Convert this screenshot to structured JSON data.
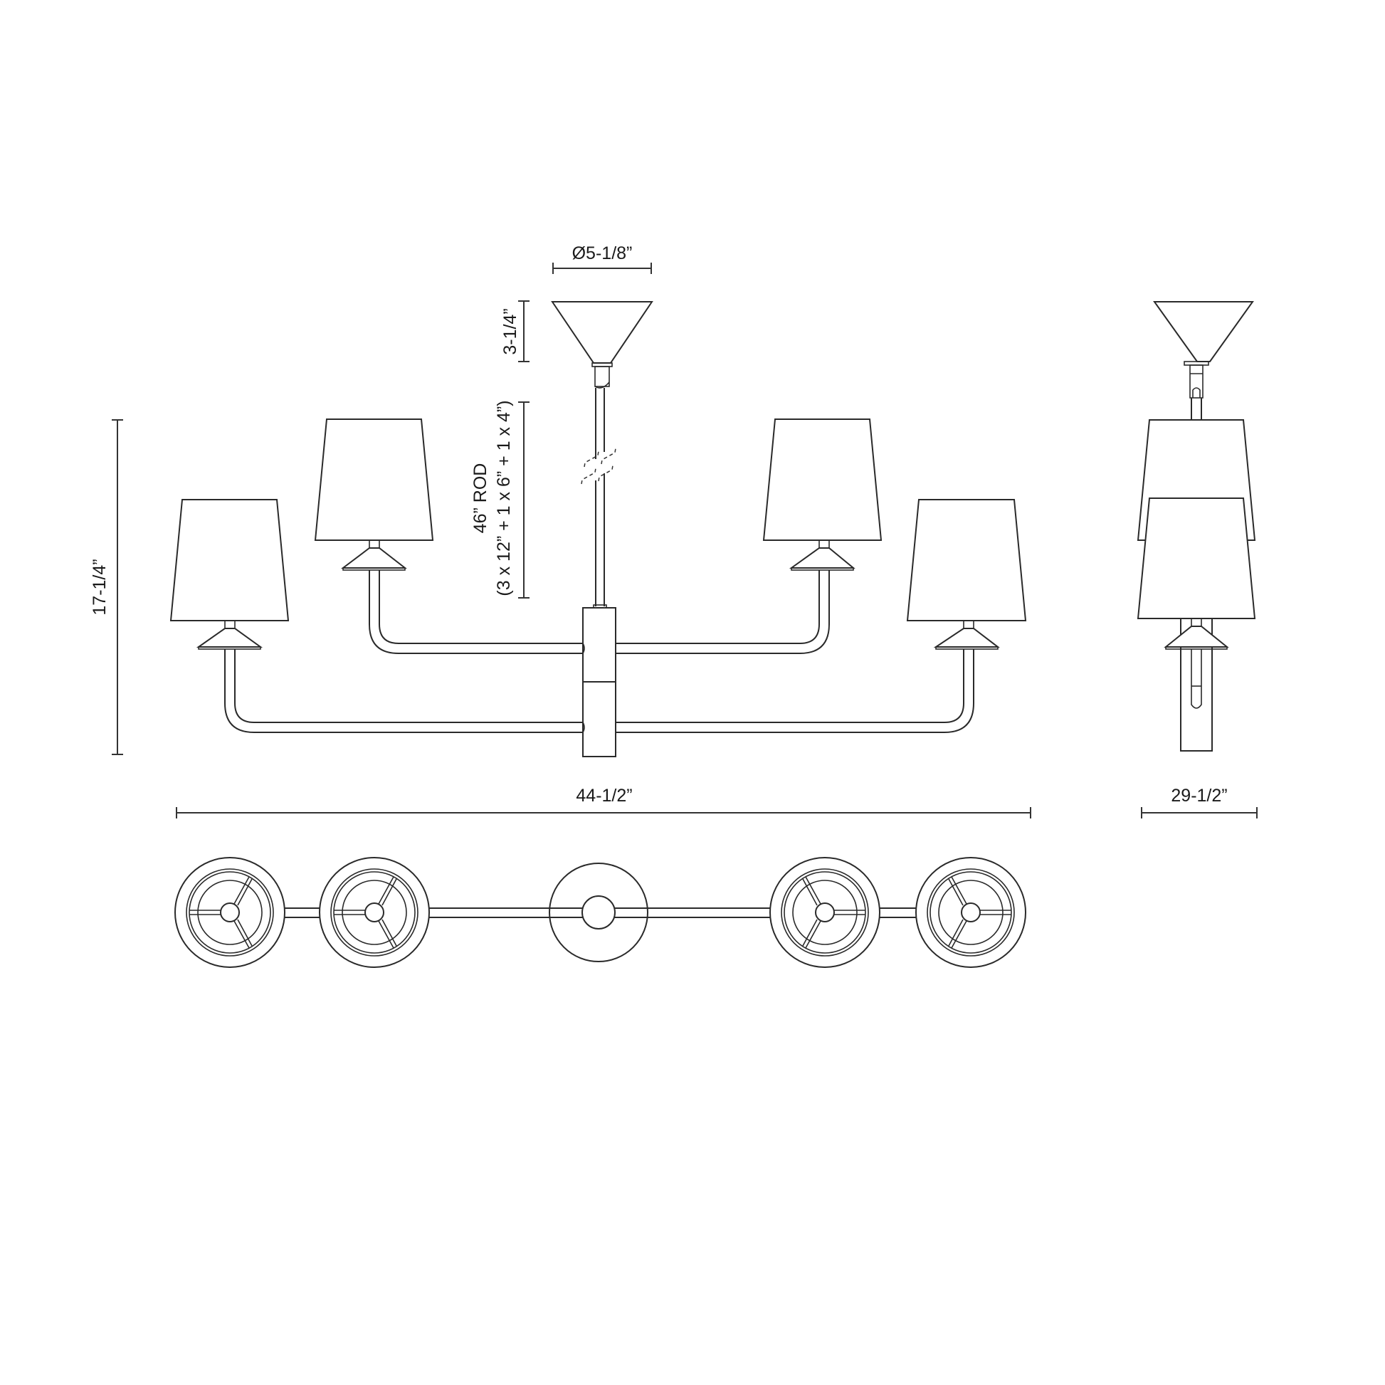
{
  "drawing": {
    "title": "Six-light linear chandelier dimension drawing",
    "views": [
      "front-elevation",
      "side-elevation",
      "plan-view"
    ],
    "colors": {
      "line": "#2a2a2a",
      "background": "#ffffff"
    }
  },
  "dimensions": {
    "canopy_diameter": "Ø5-1/8”",
    "canopy_height": "3-1/4”",
    "rod_length": "46” ROD",
    "rod_composition": "(3 x 12” + 1 x 6” + 1 x 4”)",
    "fixture_height": "17-1/4”",
    "fixture_width": "44-1/2”",
    "fixture_depth": "29-1/2”"
  }
}
